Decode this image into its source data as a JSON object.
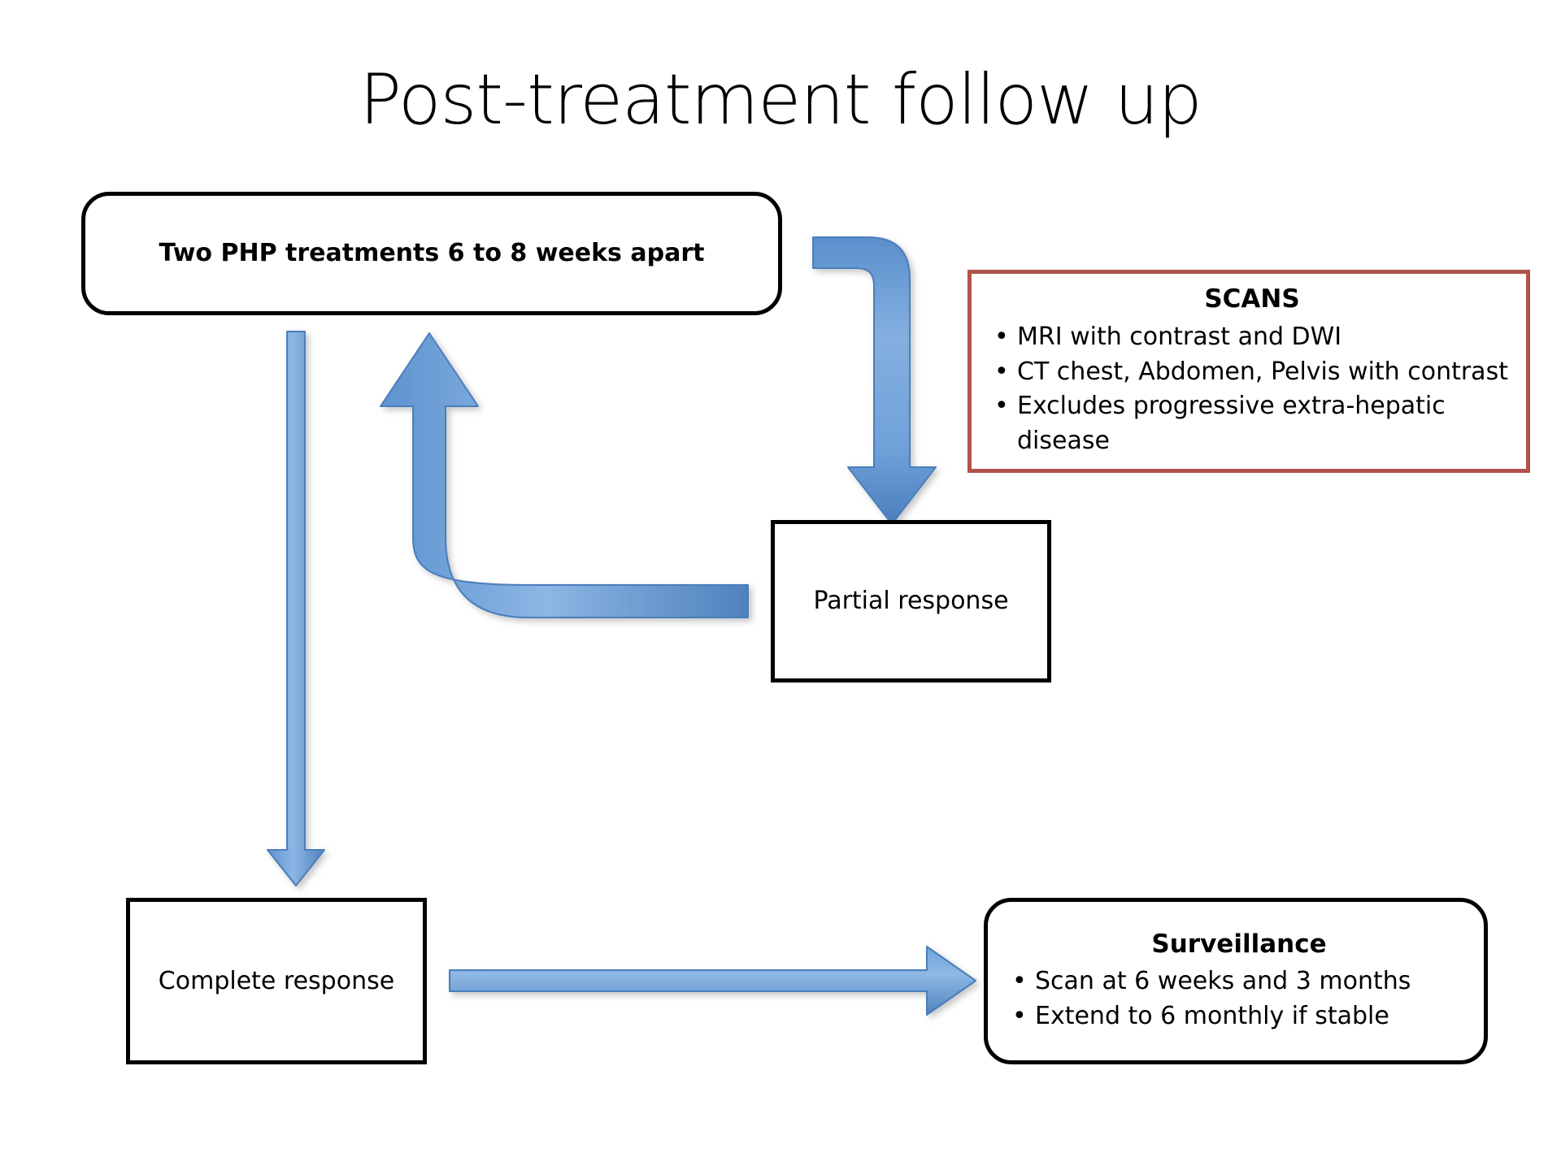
{
  "slide": {
    "title": "Post-treatment follow up",
    "background_color": "#ffffff"
  },
  "colors": {
    "arrow_blue_light": "#9cc2e8",
    "arrow_blue": "#6fa0d6",
    "arrow_blue_dark": "#4a7ebb",
    "box_border_black": "#000000",
    "box_border_red": "#b1544c",
    "text": "#000000"
  },
  "nodes": {
    "two_php": {
      "label": "Two PHP treatments 6 to 8 weeks apart",
      "shape": "rounded-rectangle",
      "border_color": "#000000"
    },
    "scans": {
      "heading": "SCANS",
      "shape": "rectangle",
      "border_color": "#b1544c",
      "bullets": [
        "MRI with contrast and DWI",
        "CT chest, Abdomen, Pelvis with contrast",
        "Excludes progressive extra-hepatic disease"
      ]
    },
    "partial_response": {
      "label": "Partial response",
      "shape": "rectangle",
      "border_color": "#000000"
    },
    "complete_response": {
      "label": "Complete response",
      "shape": "rectangle",
      "border_color": "#000000"
    },
    "surveillance": {
      "heading": "Surveillance",
      "shape": "rounded-rectangle",
      "border_color": "#000000",
      "bullets": [
        "Scan at 6 weeks and 3 months",
        "Extend to 6 monthly if stable"
      ]
    }
  },
  "arrows": [
    {
      "name": "two-php-to-partial-response",
      "from": "two_php",
      "to": "partial_response",
      "style": "elbow-thick-down",
      "color": "#6fa0d6"
    },
    {
      "name": "partial-response-to-two-php",
      "from": "partial_response",
      "to": "two_php",
      "style": "elbow-curved-up",
      "color": "#6fa0d6"
    },
    {
      "name": "two-php-to-complete-response",
      "from": "two_php",
      "to": "complete_response",
      "style": "straight-down",
      "color": "#6fa0d6"
    },
    {
      "name": "complete-response-to-surveillance",
      "from": "complete_response",
      "to": "surveillance",
      "style": "straight-right",
      "color": "#6fa0d6"
    }
  ]
}
